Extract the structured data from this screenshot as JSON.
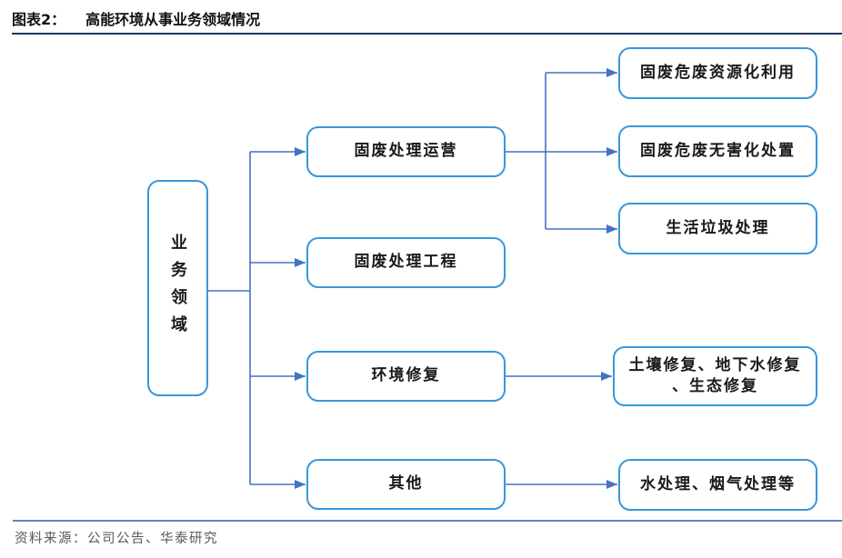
{
  "figure": {
    "title_label": "图表2：",
    "title_text": "高能环境从事业务领域情况",
    "source_note": "资料来源：公司公告、华泰研究"
  },
  "diagram": {
    "root": {
      "label": "业务领域"
    },
    "level2": [
      {
        "label": "固废处理运营"
      },
      {
        "label": "固废处理工程"
      },
      {
        "label": "环境修复"
      },
      {
        "label": "其他"
      }
    ],
    "level3": [
      {
        "label": "固废危废资源化利用",
        "parent": "固废处理运营"
      },
      {
        "label": "固废危废无害化处置",
        "parent": "固废处理运营"
      },
      {
        "label": "生活垃圾处理",
        "parent": "固废处理运营"
      },
      {
        "label": "土壤修复、地下水修复\n、生态修复",
        "parent": "环境修复"
      },
      {
        "label": "水处理、烟气处理等",
        "parent": "其他"
      }
    ],
    "colors": {
      "node_border": "#3897dc",
      "connector": "#4472c4",
      "title_rule": "#1f3864",
      "footer_rule": "#5b87c5",
      "footer_text": "#595959"
    }
  }
}
